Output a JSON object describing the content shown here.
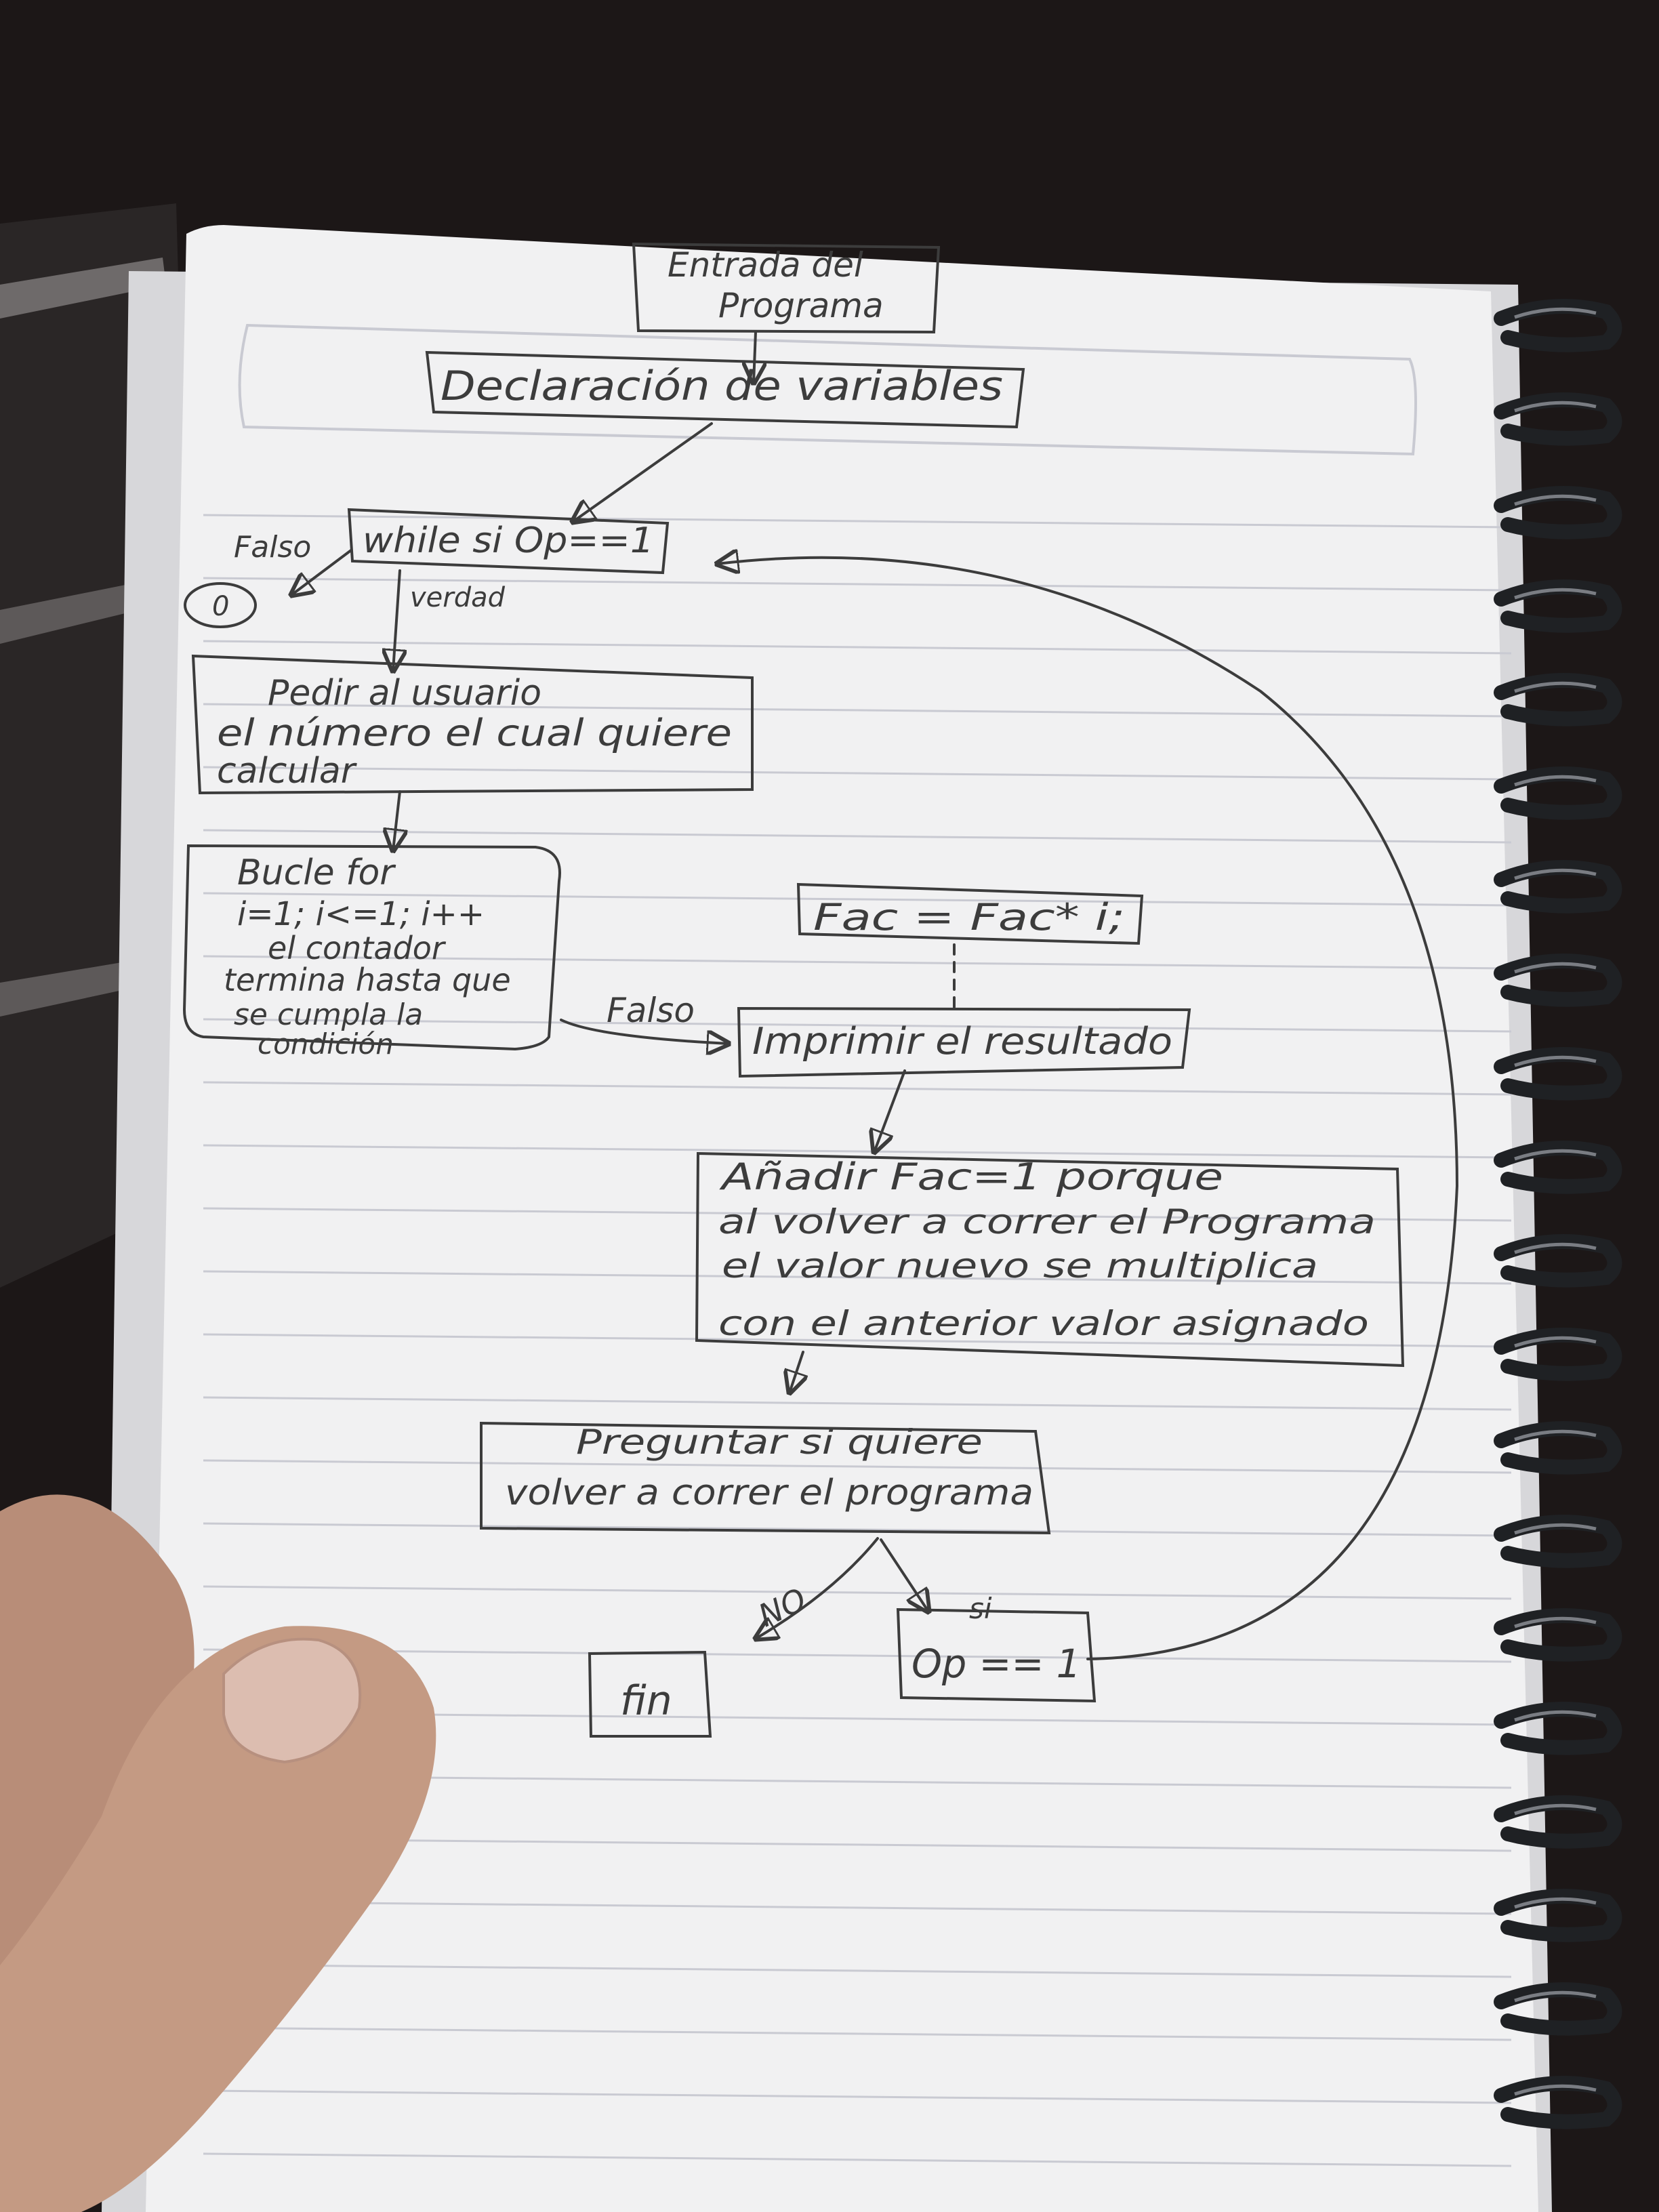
{
  "diagram": {
    "start_box": [
      "Entrada del",
      "Programa"
    ],
    "declaration_box": "Declaración de variables",
    "while_box": "while si Op==1",
    "while_false_label": "Falso",
    "end_circle": "0",
    "while_true_label": "verdad",
    "ask_number_box": [
      "Pedir al usuario",
      "el número el cual quiere",
      "calcular"
    ],
    "for_loop_box": [
      "Bucle for",
      "i=1; i<=1; i++",
      "el contador",
      "termina hasta que",
      "se cumpla la",
      "condición"
    ],
    "for_false_label": "Falso",
    "multiply_box": "Fac = Fac* i;",
    "print_box": "Imprimir el resultado",
    "reset_box": [
      "Añadir Fac=1 porque",
      "al volver a correr el Programa",
      "el valor nuevo se multiplica",
      "con el anterior valor asignado"
    ],
    "ask_repeat_box": [
      "Preguntar si quiere",
      "volver a correr el programa"
    ],
    "no_label": "NO",
    "yes_label": "si",
    "end_box": "fin",
    "op_box": "Op == 1"
  },
  "colors": {
    "ink": "#3c3c3c",
    "paper": "#f1f1f2",
    "rule_line": "#c9cad2",
    "background": "#1c1717",
    "spiral": "#1f2124",
    "skin": "#c49a83"
  }
}
